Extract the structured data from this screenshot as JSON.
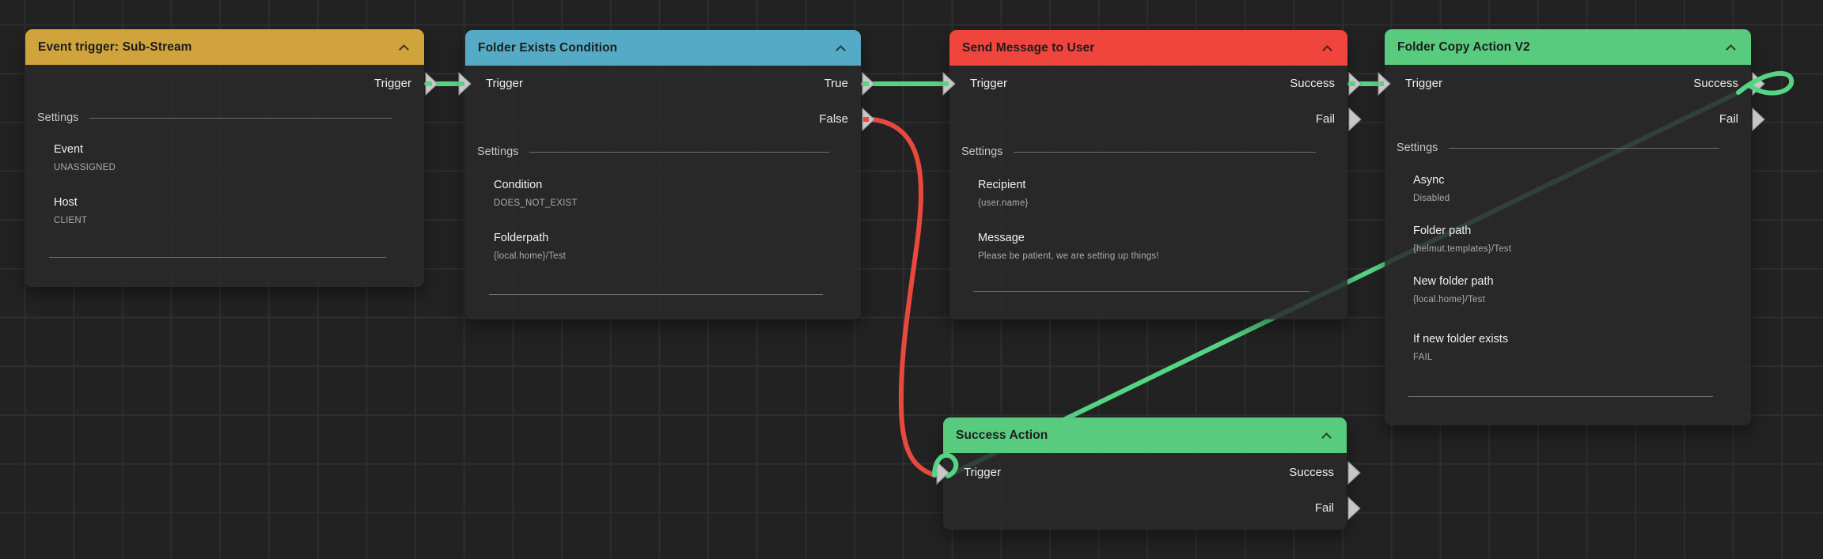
{
  "editor": {
    "type": "node-workflow-canvas",
    "colors": {
      "background": "#222222",
      "grid_line": "#2e2e2e",
      "node_body": "rgba(42,42,42,0.86)",
      "port_arrow": "#c7c7c7",
      "wire_green": "#55d584",
      "wire_red": "#e8493e"
    }
  },
  "nodes": [
    {
      "title": "Event trigger: Sub-Stream",
      "header_color": "#d0a33c",
      "collapse_icon": "chevron-up",
      "inputs": [],
      "outputs": [
        "Trigger"
      ],
      "settings_label": "Settings",
      "settings": [
        {
          "label": "Event",
          "value": "UNASSIGNED"
        },
        {
          "label": "Host",
          "value": "CLIENT"
        }
      ]
    },
    {
      "title": "Folder Exists Condition",
      "header_color": "#55aac6",
      "collapse_icon": "chevron-up",
      "inputs": [
        "Trigger"
      ],
      "outputs": [
        "True",
        "False"
      ],
      "settings_label": "Settings",
      "settings": [
        {
          "label": "Condition",
          "value": "DOES_NOT_EXIST"
        },
        {
          "label": "Folderpath",
          "value": "{local.home}/Test"
        }
      ]
    },
    {
      "title": "Send Message to User",
      "header_color": "#ef453d",
      "collapse_icon": "chevron-up",
      "inputs": [
        "Trigger"
      ],
      "outputs": [
        "Success",
        "Fail"
      ],
      "settings_label": "Settings",
      "settings": [
        {
          "label": "Recipient",
          "value": "{user.name}"
        },
        {
          "label": "Message",
          "value": "Please be patient, we are setting up things!"
        }
      ]
    },
    {
      "title": "Folder Copy Action V2",
      "header_color": "#58cb7e",
      "collapse_icon": "chevron-up",
      "inputs": [
        "Trigger"
      ],
      "outputs": [
        "Success",
        "Fail"
      ],
      "settings_label": "Settings",
      "settings": [
        {
          "label": "Async",
          "value": "Disabled"
        },
        {
          "label": "Folder path",
          "value": "{helmut.templates}/Test"
        },
        {
          "label": "New folder path",
          "value": "{local.home}/Test"
        },
        {
          "label": "If new folder exists",
          "value": "FAIL"
        }
      ]
    },
    {
      "title": "Success Action",
      "header_color": "#58cb7e",
      "collapse_icon": "chevron-up",
      "inputs": [
        "Trigger"
      ],
      "outputs": [
        "Success",
        "Fail"
      ],
      "settings": []
    }
  ],
  "connections": [
    {
      "from": "Event trigger: Sub-Stream / Trigger",
      "to": "Folder Exists Condition / Trigger",
      "color": "#55d584"
    },
    {
      "from": "Folder Exists Condition / True",
      "to": "Send Message to User / Trigger",
      "color": "#55d584"
    },
    {
      "from": "Folder Exists Condition / False",
      "to": "Success Action / Trigger",
      "color": "#e8493e"
    },
    {
      "from": "Send Message to User / Success",
      "to": "Folder Copy Action V2 / Trigger",
      "color": "#55d584"
    },
    {
      "from": "Folder Copy Action V2 / Success",
      "to": "Success Action / Trigger",
      "color": "#55d584"
    }
  ]
}
